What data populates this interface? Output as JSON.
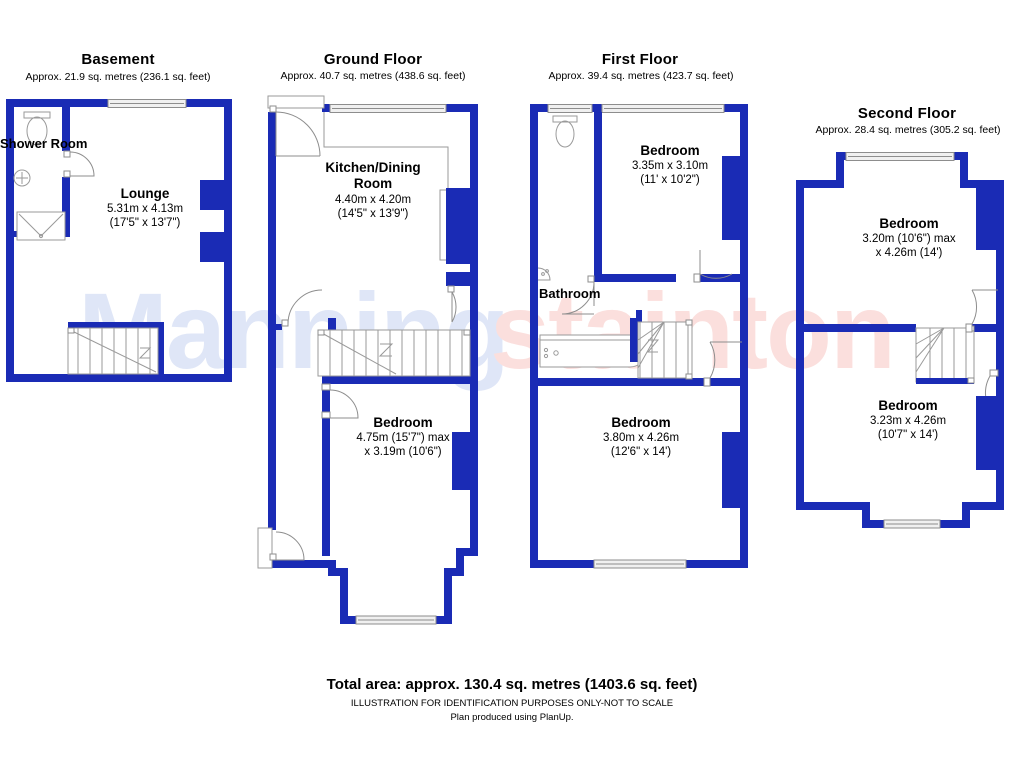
{
  "document": {
    "type": "floor-plan",
    "watermark_part_1": "Manning",
    "watermark_part_2": "stainton",
    "watermark_color_1": "#dfe6f7",
    "watermark_color_2": "#fbdfdd",
    "wall_color": "#1a2bb5",
    "fixture_line_color": "#9a9a9a"
  },
  "floors": [
    {
      "key": "basement",
      "title": "Basement",
      "area": "Approx. 21.9 sq. metres (236.1 sq. feet)",
      "rooms": [
        {
          "key": "shower-room",
          "name": "Shower Room",
          "dim_metric": "",
          "dim_imperial": ""
        },
        {
          "key": "lounge",
          "name": "Lounge",
          "dim_metric": "5.31m x 4.13m",
          "dim_imperial": "(17'5\" x 13'7\")"
        }
      ]
    },
    {
      "key": "ground-floor",
      "title": "Ground Floor",
      "area": "Approx. 40.7 sq. metres (438.6 sq. feet)",
      "rooms": [
        {
          "key": "kitchen-dining-room",
          "name": "Kitchen/Dining Room",
          "dim_metric": "4.40m x 4.20m",
          "dim_imperial": "(14'5\" x 13'9\")"
        },
        {
          "key": "bedroom-ground",
          "name": "Bedroom",
          "dim_metric": "4.75m (15'7\") max",
          "dim_imperial": "x 3.19m (10'6\")"
        }
      ]
    },
    {
      "key": "first-floor",
      "title": "First Floor",
      "area": "Approx. 39.4 sq. metres (423.7 sq. feet)",
      "rooms": [
        {
          "key": "bedroom-first-front",
          "name": "Bedroom",
          "dim_metric": "3.35m x 3.10m",
          "dim_imperial": "(11' x 10'2\")"
        },
        {
          "key": "bathroom",
          "name": "Bathroom",
          "dim_metric": "",
          "dim_imperial": ""
        },
        {
          "key": "bedroom-first-rear",
          "name": "Bedroom",
          "dim_metric": "3.80m x 4.26m",
          "dim_imperial": "(12'6\" x 14')"
        }
      ]
    },
    {
      "key": "second-floor",
      "title": "Second Floor",
      "area": "Approx. 28.4 sq. metres (305.2 sq. feet)",
      "rooms": [
        {
          "key": "bedroom-second-front",
          "name": "Bedroom",
          "dim_metric": "3.20m (10'6\") max",
          "dim_imperial": "x 4.26m (14')"
        },
        {
          "key": "bedroom-second-rear",
          "name": "Bedroom",
          "dim_metric": "3.23m x 4.26m",
          "dim_imperial": "(10'7\" x 14')"
        }
      ]
    }
  ],
  "footer": {
    "total_area": "Total area: approx. 130.4 sq. metres (1403.6 sq. feet)",
    "disclaimer": "ILLUSTRATION FOR IDENTIFICATION PURPOSES ONLY-NOT TO SCALE",
    "producer": "Plan produced using PlanUp."
  }
}
